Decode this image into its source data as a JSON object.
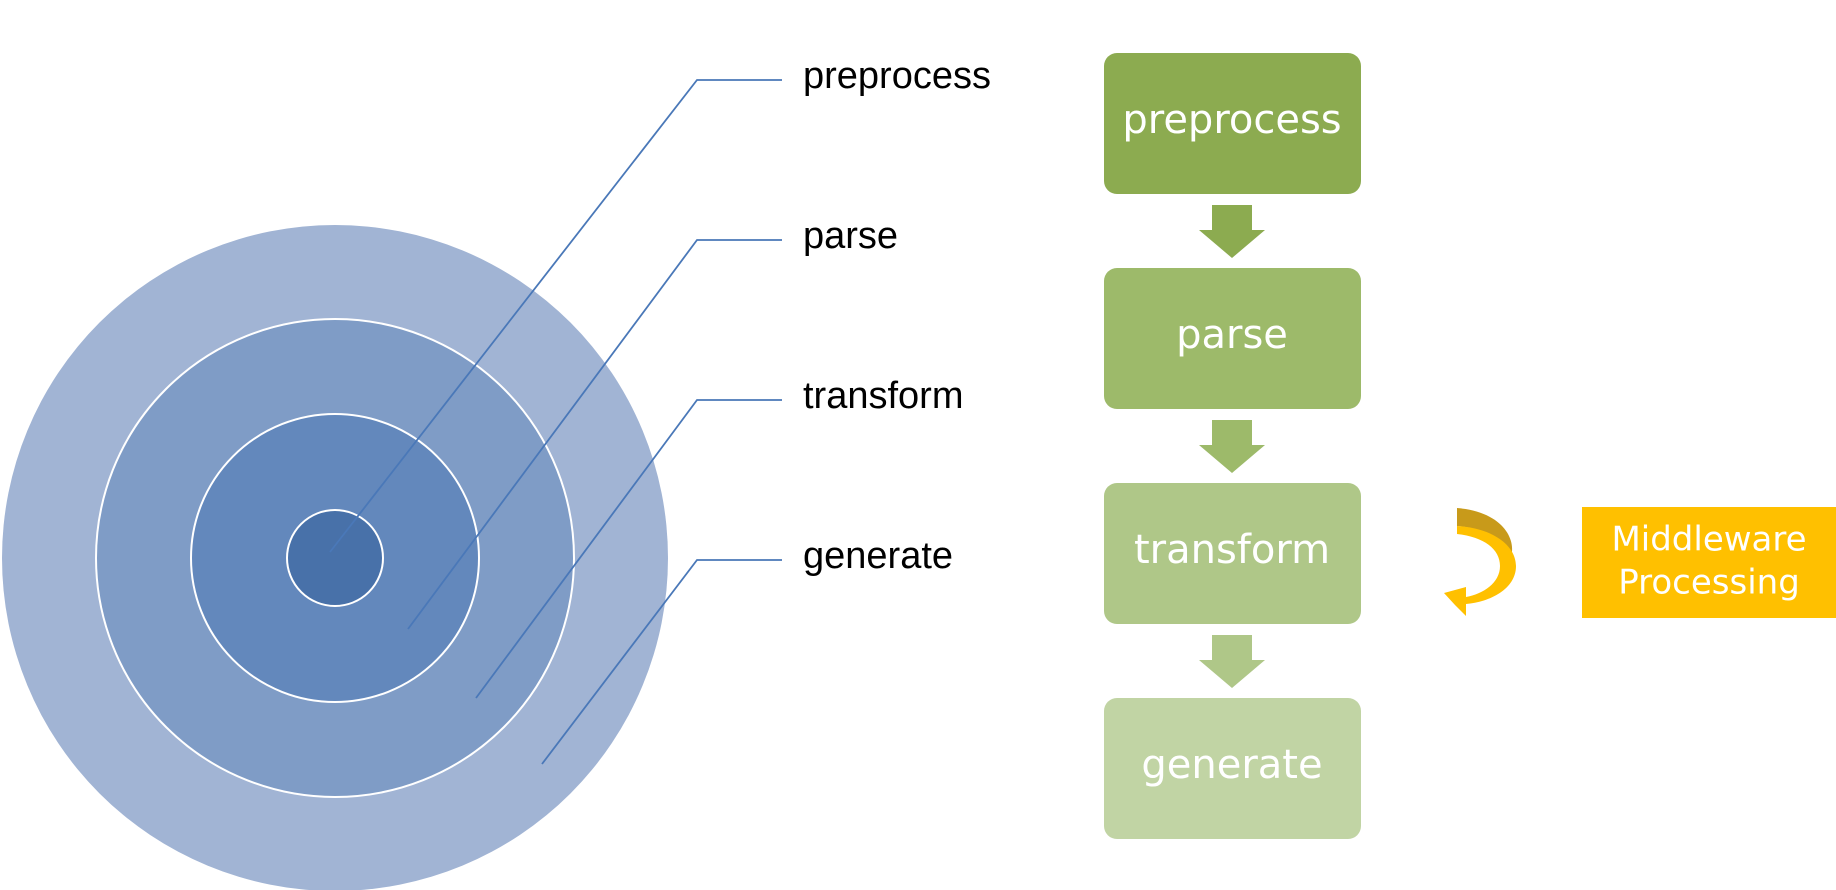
{
  "colors": {
    "ring_outer": "#a1b4d4",
    "ring_second": "#7f9cc6",
    "ring_third": "#6388bc",
    "ring_core": "#4871a9",
    "ring_border": "#ffffff",
    "leader_line": "#4a78b8",
    "step_preprocess": "#8cab50",
    "step_parse": "#9dba6a",
    "step_transform": "#afc788",
    "step_generate": "#c1d4a4",
    "middleware_box": "#ffc000",
    "middleware_arrow": "#ffc000",
    "middleware_arrow_shadow": "#c89a1a"
  },
  "layers": {
    "preprocess": "preprocess",
    "parse": "parse",
    "transform": "transform",
    "generate": "generate"
  },
  "flow": {
    "preprocess": "preprocess",
    "parse": "parse",
    "transform": "transform",
    "generate": "generate"
  },
  "middleware": {
    "line1": "Middleware",
    "line2": "Processing",
    "arrow_icon": "curved-loop-arrow-icon"
  }
}
